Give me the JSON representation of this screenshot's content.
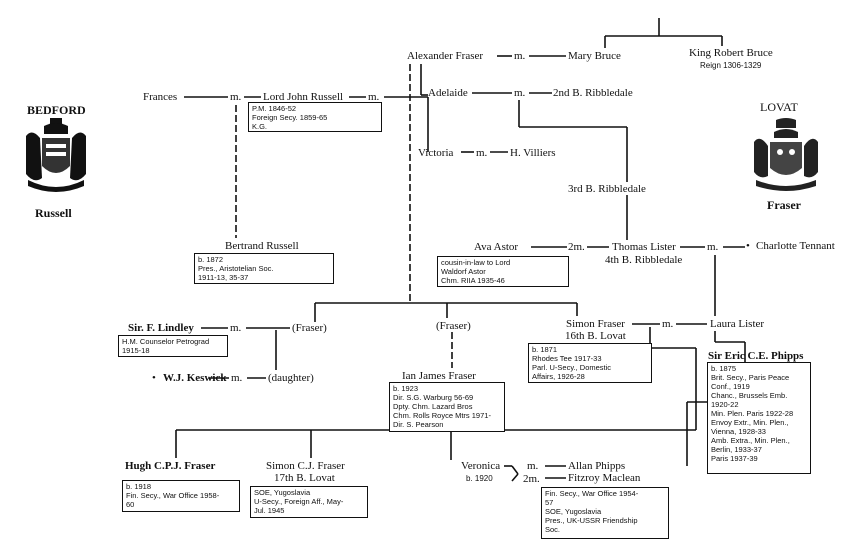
{
  "people": {
    "alexander_fraser": "Alexander Fraser",
    "mary_bruce": "Mary Bruce",
    "king_robert_bruce": "King Robert Bruce",
    "king_robert_bruce_reign": "Reign 1306-1329",
    "frances": "Frances",
    "lord_john_russell": "Lord John Russell",
    "adelaide": "Adelaide",
    "second_b_ribbledale": "2nd B. Ribbledale",
    "victoria": "Victoria",
    "h_villiers": "H. Villiers",
    "third_b_ribbledale": "3rd B. Ribbledale",
    "bertrand_russell": "Bertrand Russell",
    "ava_astor": "Ava Astor",
    "thomas_lister": "Thomas Lister",
    "fourth_b_ribbledale": "4th B. Ribbledale",
    "charlotte_tennant": "Charlotte Tennant",
    "sir_f_lindley": "Sir. F. Lindley",
    "fraser_1": "(Fraser)",
    "fraser_2": "(Fraser)",
    "simon_fraser": "Simon Fraser",
    "sixteenth_b_lovat": "16th B. Lovat",
    "laura_lister": "Laura Lister",
    "wj_keswick": "W.J. Keswick",
    "daughter": "(daughter)",
    "ian_james_fraser": "Ian James Fraser",
    "sir_eric_phipps": "Sir Eric C.E. Phipps",
    "hugh_fraser": "Hugh C.P.J. Fraser",
    "simon_cj_fraser": "Simon C.J. Fraser",
    "seventeenth_b_lovat": "17th B. Lovat",
    "veronica": "Veronica",
    "veronica_born": "b. 1920",
    "allan_phipps": "Allan Phipps",
    "fitzroy_maclean": "Fitzroy Maclean"
  },
  "marriage": {
    "m": "m.",
    "two_m": "2m."
  },
  "crests": {
    "bedford": "BEDFORD",
    "russell": "Russell",
    "lovat": "LOVAT",
    "fraser": "Fraser"
  },
  "boxes": {
    "lord_john_russell": [
      "P.M. 1846-52",
      "Foreign Secy. 1859-65",
      "K.G."
    ],
    "bertrand_russell": [
      "b. 1872",
      "Pres., Aristotelian Soc.",
      "1911-13, 35-37"
    ],
    "ava_astor": [
      "cousin-in-law to Lord",
      "Waldorf Astor",
      "Chm. RIIA 1935-46"
    ],
    "sir_f_lindley": [
      "H.M. Counselor Petrograd",
      "1915-18"
    ],
    "simon_fraser": [
      "b. 1871",
      "Rhodes Tee 1917-33",
      "Parl. U-Secy., Domestic",
      "Affairs, 1926-28"
    ],
    "ian_james_fraser": [
      "b. 1923",
      "Dir. S.G. Warburg 56-69",
      "Dpty. Chm. Lazard Bros",
      "Chm. Rolls Royce Mtrs 1971-",
      "Dir. S. Pearson"
    ],
    "sir_eric_phipps": [
      "b. 1875",
      "Brit. Secy., Paris Peace",
      "Conf., 1919",
      "Chanc., Brussels Emb.",
      "1920-22",
      "Min. Plen. Paris 1922-28",
      "Envoy Extr., Min. Plen.,",
      "Vienna, 1928-33",
      "Amb. Extra., Min. Plen.,",
      "Berlin, 1933-37",
      "Paris 1937-39"
    ],
    "hugh_fraser": [
      "b. 1918",
      "Fin. Secy., War Office 1958-",
      "60"
    ],
    "simon_cj_fraser": [
      "SOE, Yugoslavia",
      "U-Secy., Foreign Aff., May-",
      "Jul. 1945"
    ],
    "fitzroy_maclean": [
      "Fin. Secy., War Office 1954-",
      "57",
      "SOE, Yugoslavia",
      "Pres., UK-USSR Friendship",
      "Soc."
    ]
  }
}
